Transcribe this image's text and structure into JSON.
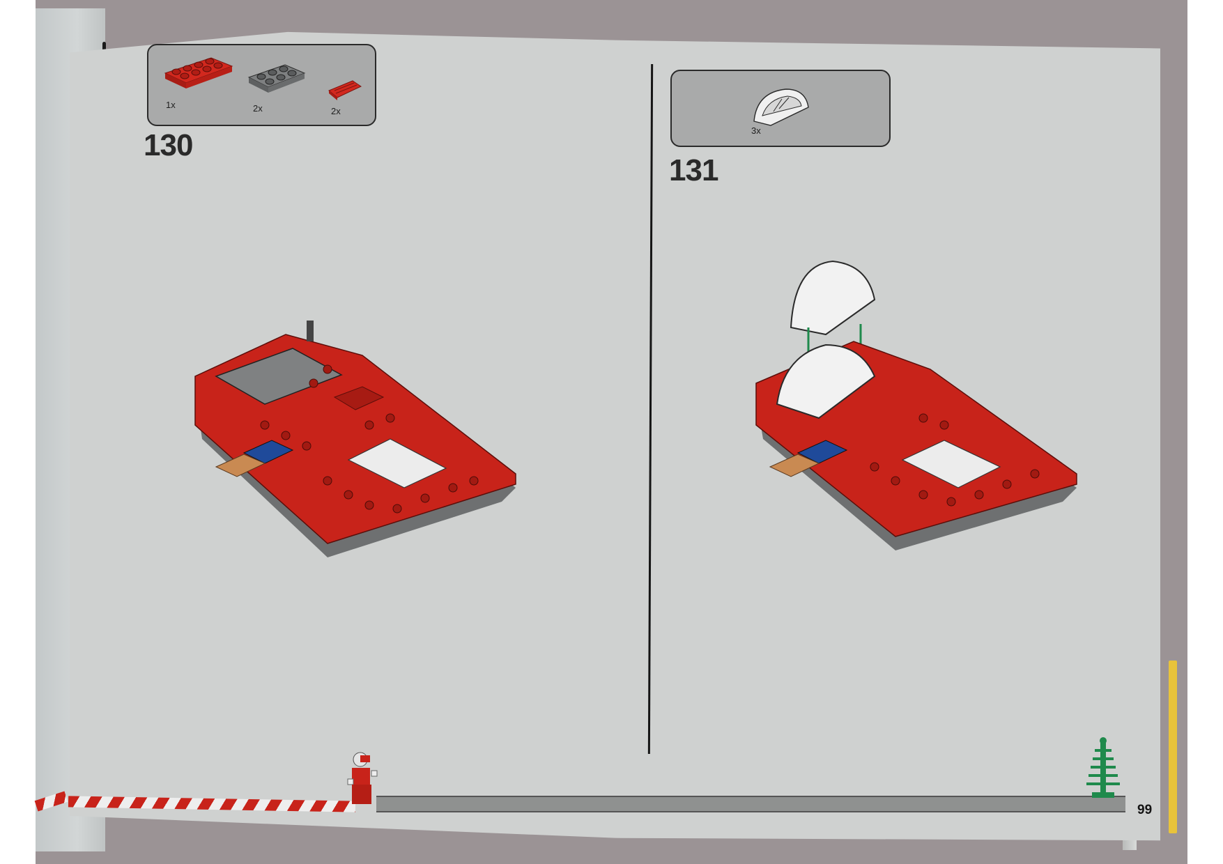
{
  "document": {
    "type": "building-instructions-spread",
    "page_number": "99"
  },
  "steps": [
    {
      "number": "130",
      "parts": [
        {
          "name": "2x4 plate",
          "color": "red",
          "color_hex": "#c8231a",
          "qty": "1x"
        },
        {
          "name": "2x3 plate",
          "color": "dark gray",
          "color_hex": "#7b7d7e",
          "qty": "2x"
        },
        {
          "name": "grille slope",
          "color": "red",
          "color_hex": "#c8231a",
          "qty": "2x"
        }
      ]
    },
    {
      "number": "131",
      "parts": [
        {
          "name": "half-arch windscreen",
          "color": "white",
          "color_hex": "#eeeeee",
          "qty": "3x"
        }
      ],
      "arrow_color": "#1f8a4c"
    }
  ],
  "decor": {
    "ribbon_colors": [
      "#c8231a",
      "#eeeeee"
    ],
    "tree_color": "#1f8a4c",
    "tab_color": "#e8c33b",
    "minifig": "santa-figure"
  }
}
